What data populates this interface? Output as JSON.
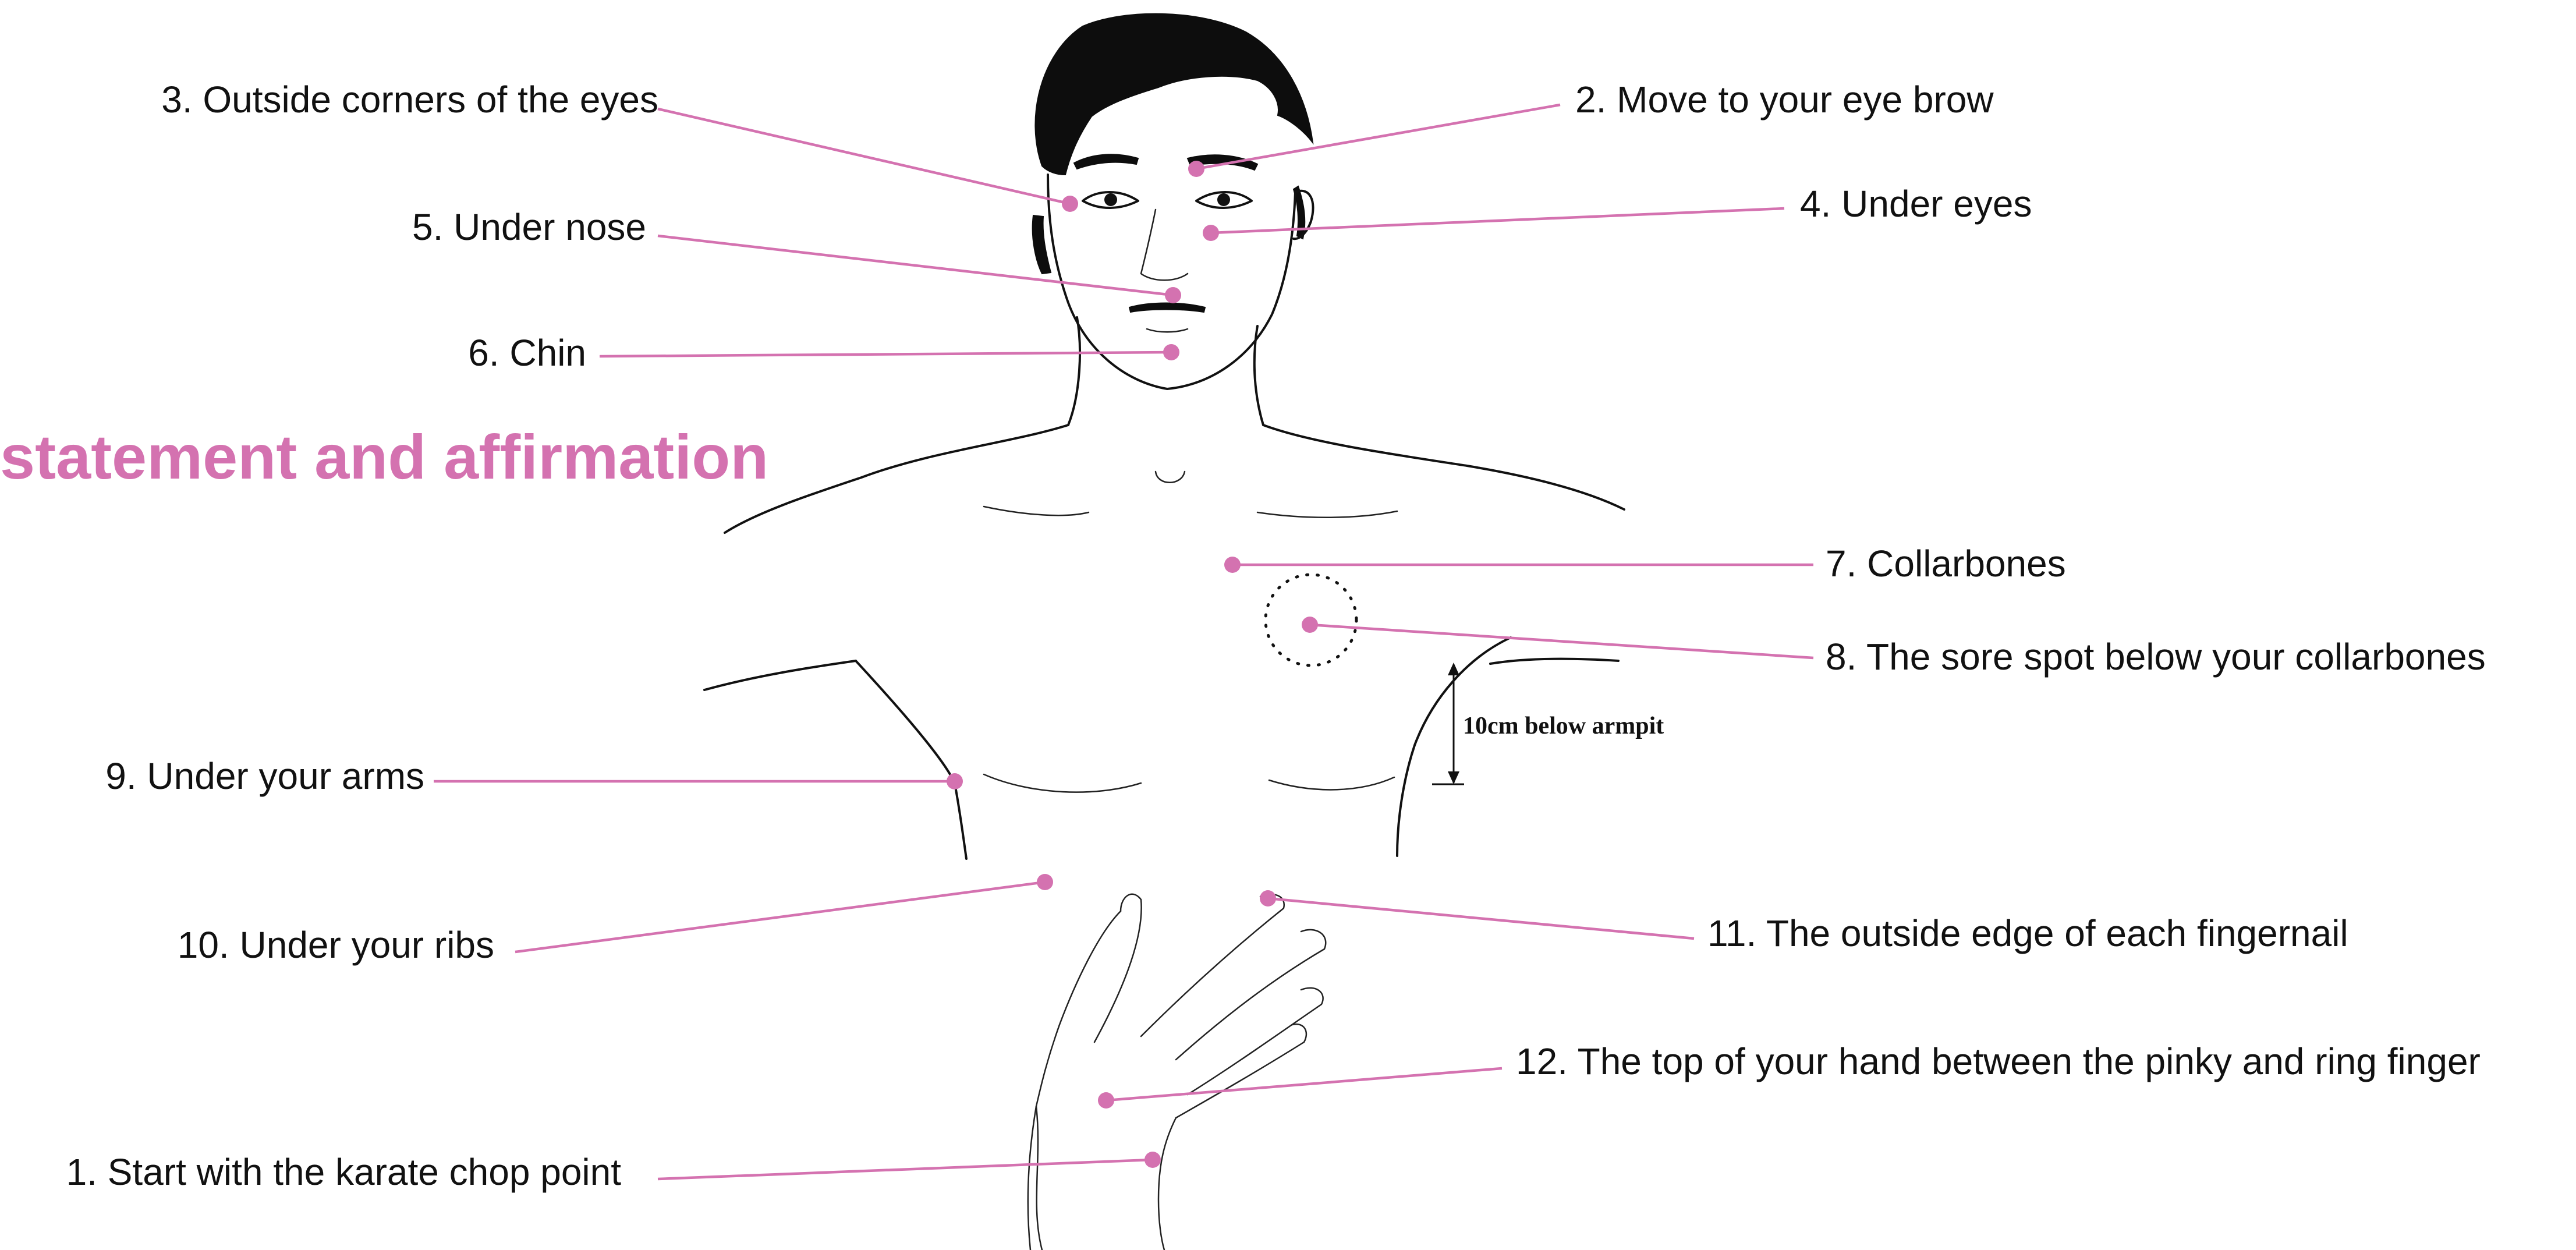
{
  "heading": "statement and affirmation",
  "armpit_note": "10cm below armpit",
  "points": [
    {
      "id": "p1",
      "label": "1. Start with the karate chop point"
    },
    {
      "id": "p2",
      "label": "2. Move to your eye brow"
    },
    {
      "id": "p3",
      "label": "3. Outside corners of the eyes"
    },
    {
      "id": "p4",
      "label": "4. Under eyes"
    },
    {
      "id": "p5",
      "label": "5. Under nose"
    },
    {
      "id": "p6",
      "label": "6. Chin"
    },
    {
      "id": "p7",
      "label": "7. Collarbones"
    },
    {
      "id": "p8",
      "label": "8. The sore spot below your collarbones"
    },
    {
      "id": "p9",
      "label": "9. Under your arms"
    },
    {
      "id": "p10",
      "label": "10. Under your ribs"
    },
    {
      "id": "p11",
      "label": "11. The outside edge of each fingernail"
    },
    {
      "id": "p12",
      "label": "12. The top of your hand between the pinky and ring finger"
    }
  ],
  "colors": {
    "accent": "#d472b0",
    "line": "#111111",
    "background": "#ffffff"
  }
}
